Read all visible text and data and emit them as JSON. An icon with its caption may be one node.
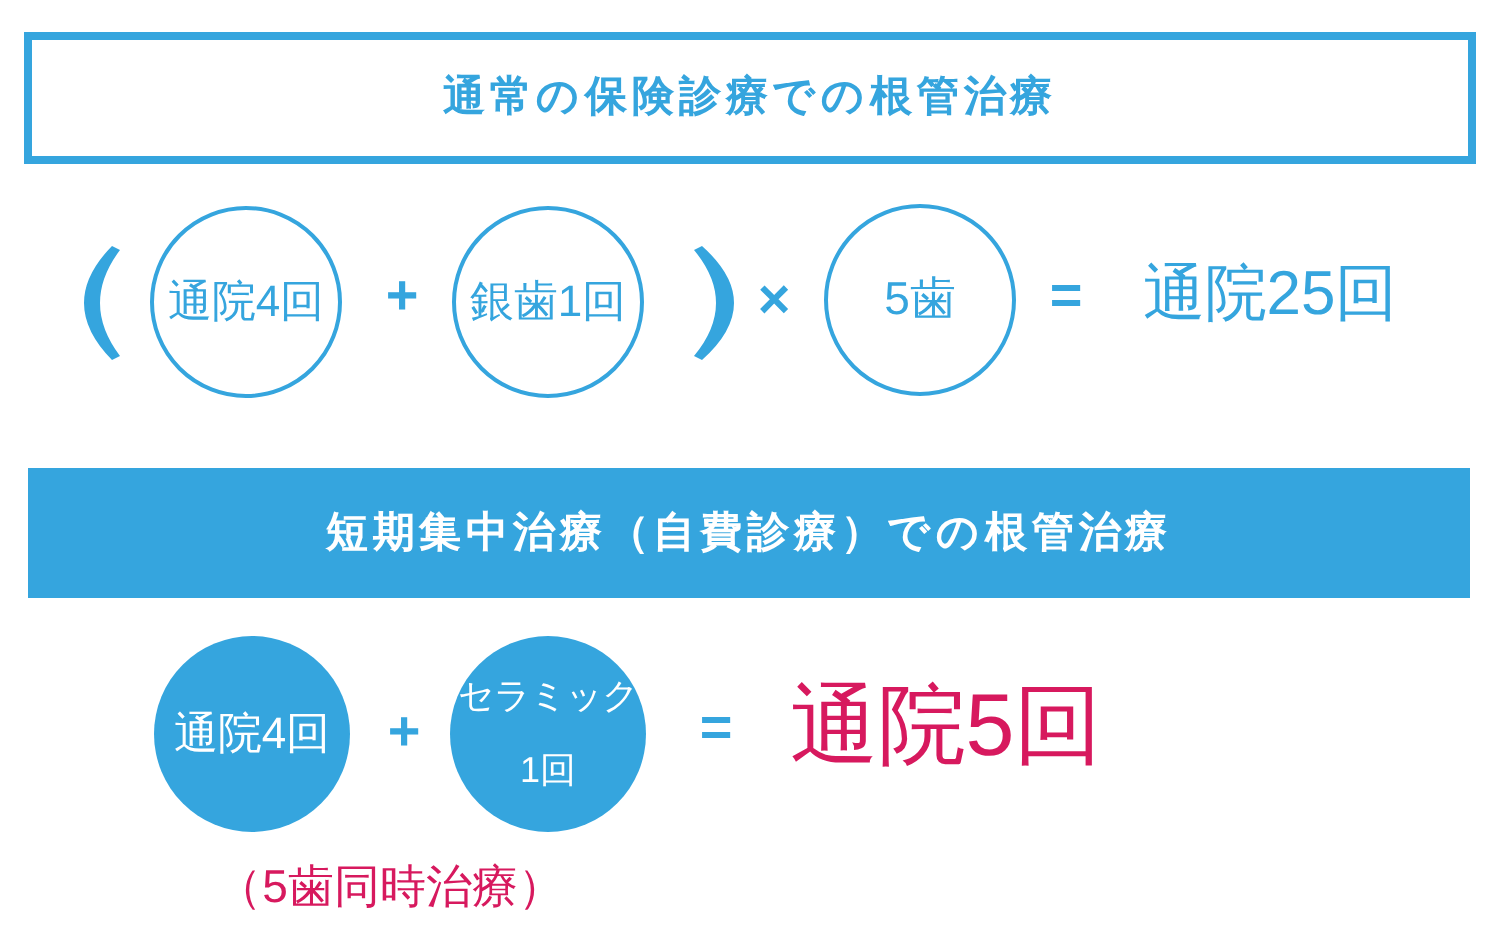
{
  "diagram": {
    "nodes": [
      {
        "text": [
          "通常の保険診療での根管治療"
        ]
      },
      {
        "text": [
          "通院4回"
        ]
      },
      {
        "text": [
          "銀歯1回"
        ]
      },
      {
        "text": [
          "5歯"
        ]
      },
      {
        "text": [
          "短期集中治療（自費診療）での根管治療"
        ]
      },
      {
        "text": [
          "通院4回"
        ]
      },
      {
        "text": [
          "セラミック1回"
        ]
      }
    ],
    "labels": [
      "+",
      "×",
      "=",
      "通院25回",
      "+",
      "=",
      "通院5回",
      "（5歯同時治療）"
    ]
  }
}
